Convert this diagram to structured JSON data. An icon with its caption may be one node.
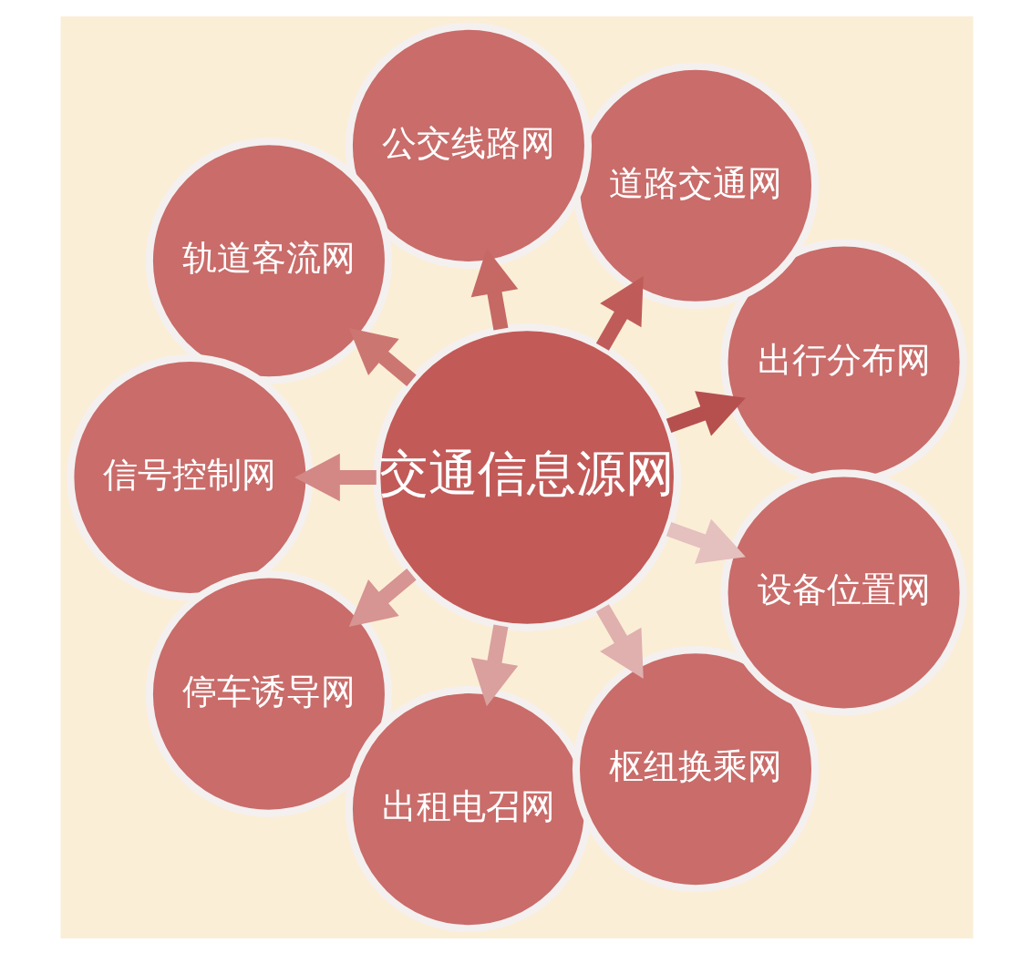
{
  "diagram": {
    "nodes": [
      {
        "text": [
          "交通信息源网"
        ]
      },
      {
        "text": [
          "出行分布网"
        ]
      },
      {
        "text": [
          "道路交通网"
        ]
      },
      {
        "text": [
          "公交线路网"
        ]
      },
      {
        "text": [
          "轨道客流网"
        ]
      },
      {
        "text": [
          "信号控制网"
        ]
      },
      {
        "text": [
          "停车诱导网"
        ]
      },
      {
        "text": [
          "出租电召网"
        ]
      },
      {
        "text": [
          "枢纽换乘网"
        ]
      },
      {
        "text": [
          "设备位置网"
        ]
      }
    ],
    "edges": [
      {
        "from": 0,
        "to": 1,
        "arrow": "to",
        "color": "#b5504f"
      },
      {
        "from": 0,
        "to": 2,
        "arrow": "to",
        "color": "#bf5c5a"
      },
      {
        "from": 0,
        "to": 3,
        "arrow": "to",
        "color": "#c66864"
      },
      {
        "from": 0,
        "to": 4,
        "arrow": "to",
        "color": "#cc7672"
      },
      {
        "from": 0,
        "to": 5,
        "arrow": "to",
        "color": "#d38886"
      },
      {
        "from": 0,
        "to": 6,
        "arrow": "to",
        "color": "#d69492"
      },
      {
        "from": 0,
        "to": 7,
        "arrow": "to",
        "color": "#d9a09e"
      },
      {
        "from": 0,
        "to": 8,
        "arrow": "to",
        "color": "#dfb0ae"
      },
      {
        "from": 0,
        "to": 9,
        "arrow": "to",
        "color": "#e4c0be"
      }
    ]
  }
}
